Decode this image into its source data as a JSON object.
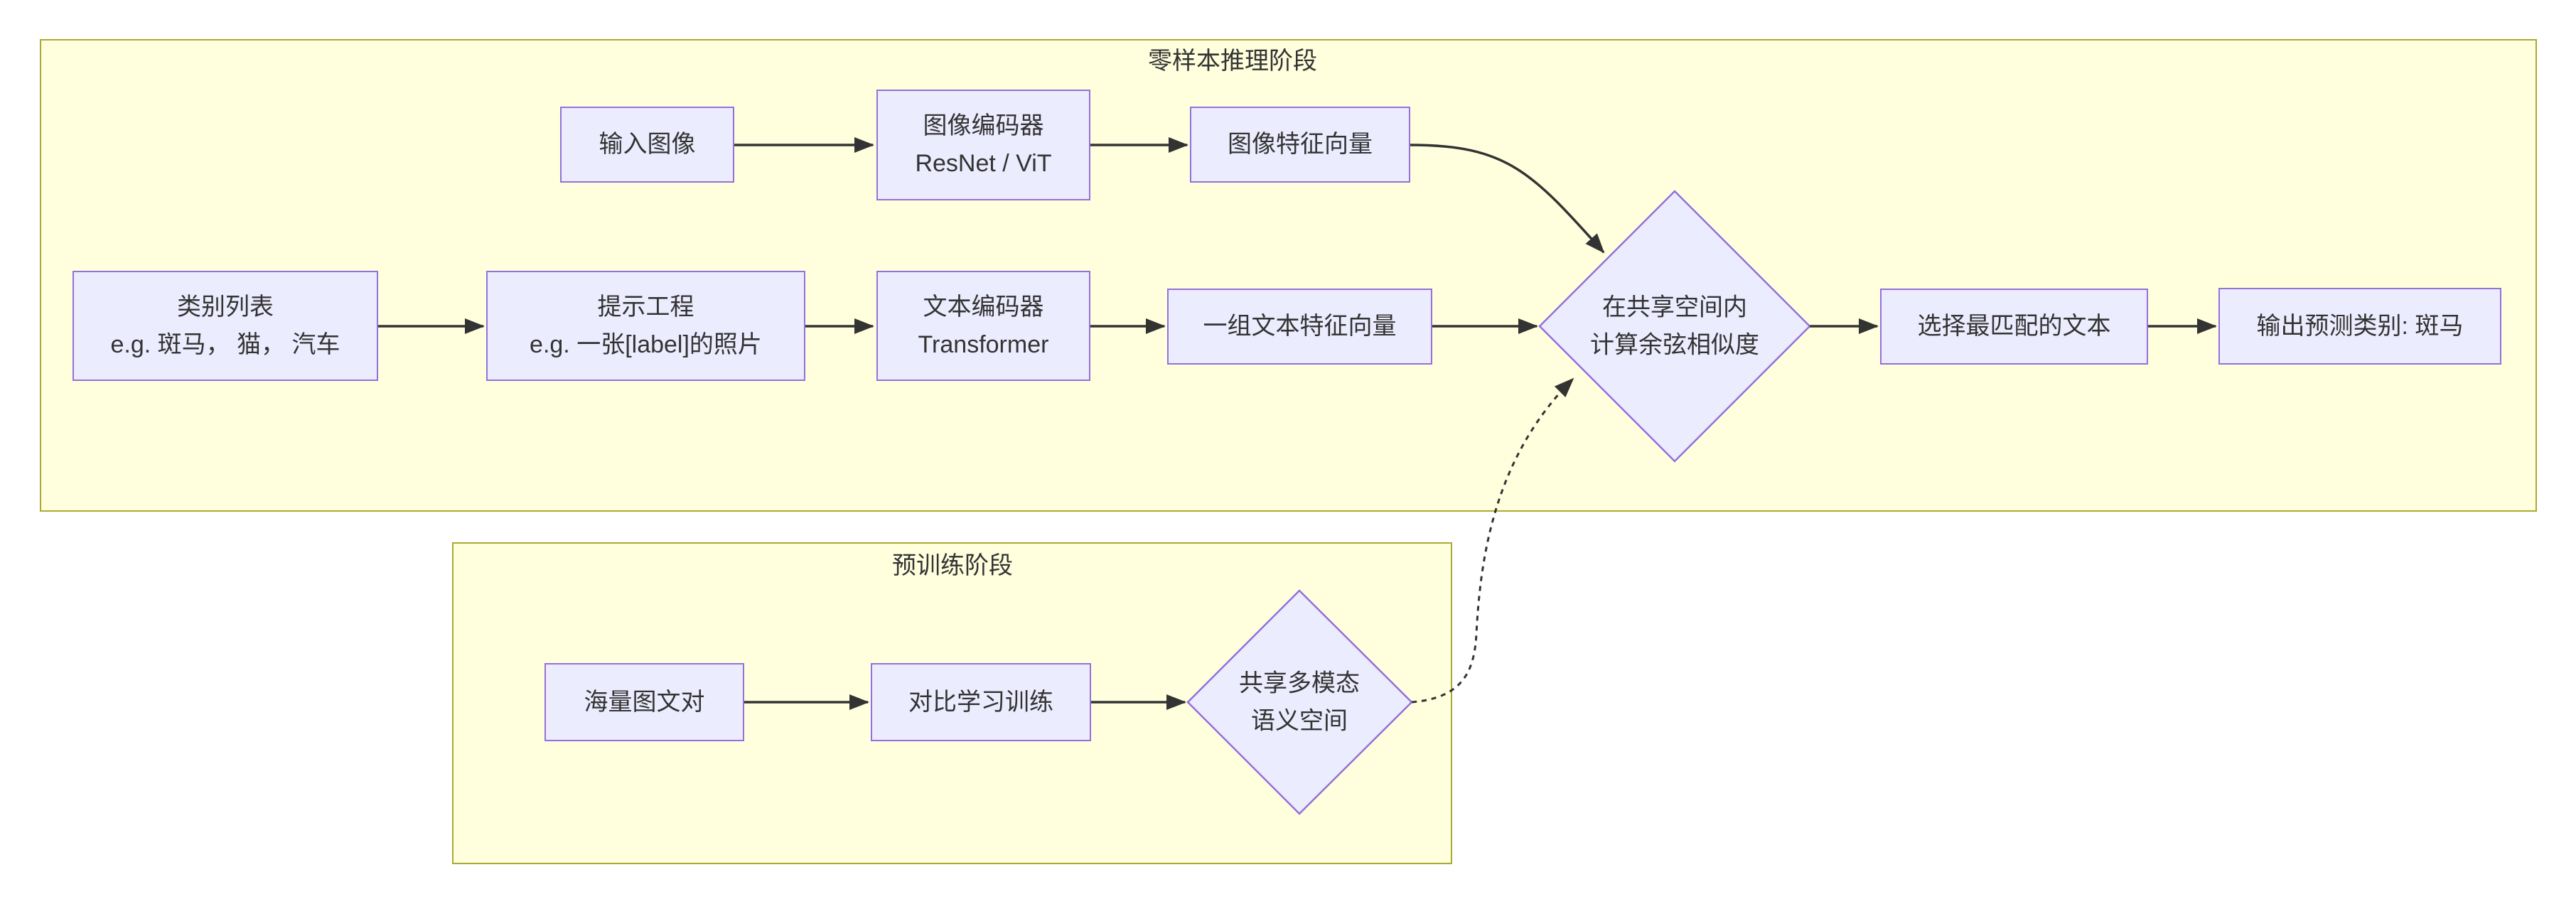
{
  "diagram": {
    "stage_inference": {
      "title": "零样本推理阶段"
    },
    "stage_pretrain": {
      "title": "预训练阶段"
    }
  },
  "nodes": {
    "input_image": {
      "line1": "输入图像"
    },
    "image_encoder": {
      "line1": "图像编码器",
      "line2": "ResNet / ViT"
    },
    "image_feature": {
      "line1": "图像特征向量"
    },
    "category_list": {
      "line1": "类别列表",
      "line2": "e.g. 斑马， 猫， 汽车"
    },
    "prompt_engineering": {
      "line1": "提示工程",
      "line2": "e.g. 一张[label]的照片"
    },
    "text_encoder": {
      "line1": "文本编码器",
      "line2": "Transformer"
    },
    "text_features": {
      "line1": "一组文本特征向量"
    },
    "similarity": {
      "line1": "在共享空间内",
      "line2": "计算余弦相似度"
    },
    "select_best": {
      "line1": "选择最匹配的文本"
    },
    "output": {
      "line1": "输出预测类别: 斑马"
    },
    "image_text_pairs": {
      "line1": "海量图文对"
    },
    "contrastive_training": {
      "line1": "对比学习训练"
    },
    "shared_space": {
      "line1": "共享多模态",
      "line2": "语义空间"
    }
  },
  "colors": {
    "node_fill": "#ECECFF",
    "node_border": "#9370DB",
    "subgraph_fill": "#FFFFDE",
    "subgraph_border": "#AAAA33",
    "edge": "#333333",
    "text": "#333333"
  }
}
